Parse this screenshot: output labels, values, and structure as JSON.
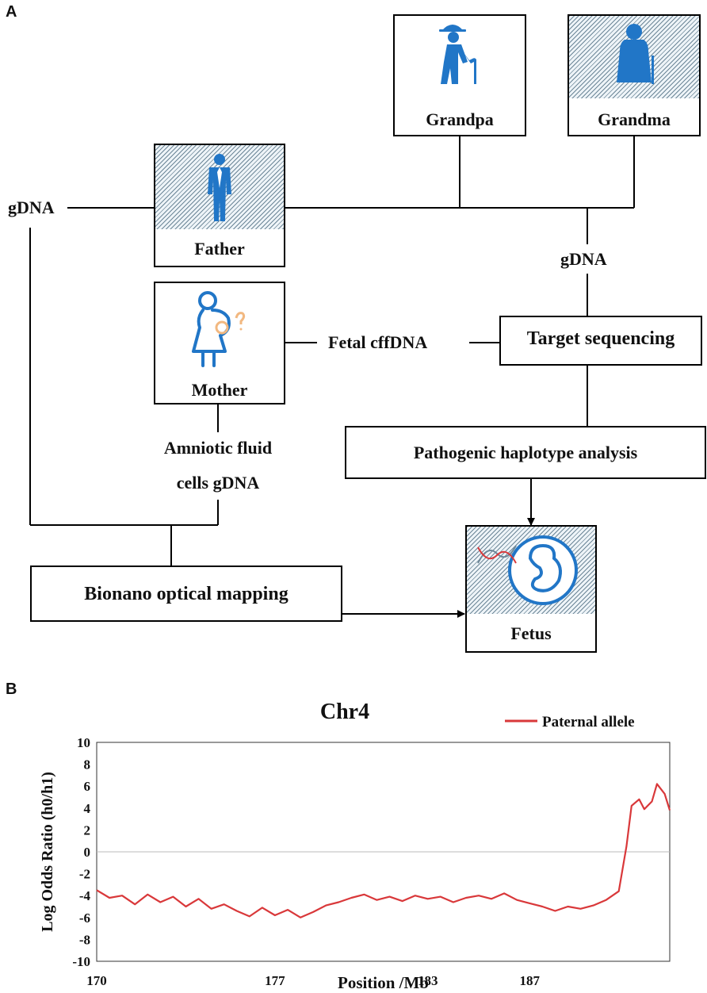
{
  "panels": {
    "a": "A",
    "b": "B"
  },
  "people": {
    "grandpa": "Grandpa",
    "grandma": "Grandma",
    "father": "Father",
    "mother": "Mother",
    "fetus": "Fetus"
  },
  "flow": {
    "gdna_left": "gDNA",
    "gdna_right": "gDNA",
    "fetal_cffdna": "Fetal cffDNA",
    "target_sequencing": "Target sequencing",
    "pathogenic_haplotype": "Pathogenic haplotype analysis",
    "amniotic_line1": "Amniotic fluid",
    "amniotic_line2": "cells gDNA",
    "bionano": "Bionano optical mapping"
  },
  "icons": [
    "old-man-cane-icon",
    "old-woman-icon",
    "man-in-suit-icon",
    "pregnant-woman-icon",
    "fetus-icon",
    "dna-icon"
  ],
  "colors": {
    "icon_blue": "#2176c7",
    "series_red": "#d9383a",
    "mother_accent": "#f2b880"
  },
  "chart_data": {
    "type": "line",
    "title": "Chr4",
    "xlabel": "Position /Mb",
    "ylabel": "Log Odds Ratio (h0/h1)",
    "xlim": [
      170,
      192.5
    ],
    "ylim": [
      -10,
      10
    ],
    "x_ticks": [
      "170",
      "177",
      "183",
      "187"
    ],
    "y_ticks": [
      "10",
      "8",
      "6",
      "4",
      "2",
      "0",
      "-2",
      "-4",
      "-6",
      "-8",
      "-10"
    ],
    "legend_position": "top-right",
    "grid": false,
    "zero_line": true,
    "series": [
      {
        "name": "Paternal allele",
        "color": "#d9383a",
        "x": [
          170.0,
          170.5,
          171.0,
          171.5,
          172.0,
          172.5,
          173.0,
          173.5,
          174.0,
          174.5,
          175.0,
          175.5,
          176.0,
          176.5,
          177.0,
          177.5,
          178.0,
          178.5,
          179.0,
          179.5,
          180.0,
          180.5,
          181.0,
          181.5,
          182.0,
          182.5,
          183.0,
          183.5,
          184.0,
          184.5,
          185.0,
          185.5,
          186.0,
          186.5,
          187.0,
          187.5,
          188.0,
          188.5,
          189.0,
          189.5,
          190.0,
          190.5,
          190.8,
          191.0,
          191.3,
          191.5,
          191.8,
          192.0,
          192.3,
          192.5
        ],
        "y": [
          -3.5,
          -4.2,
          -4.0,
          -4.8,
          -3.9,
          -4.6,
          -4.1,
          -5.0,
          -4.3,
          -5.2,
          -4.8,
          -5.4,
          -5.9,
          -5.1,
          -5.8,
          -5.3,
          -6.0,
          -5.5,
          -4.9,
          -4.6,
          -4.2,
          -3.9,
          -4.4,
          -4.1,
          -4.5,
          -4.0,
          -4.3,
          -4.1,
          -4.6,
          -4.2,
          -4.0,
          -4.3,
          -3.8,
          -4.4,
          -4.7,
          -5.0,
          -5.4,
          -5.0,
          -5.2,
          -4.9,
          -4.4,
          -3.6,
          0.5,
          4.2,
          4.8,
          3.9,
          4.6,
          6.2,
          5.3,
          3.8
        ]
      }
    ]
  }
}
